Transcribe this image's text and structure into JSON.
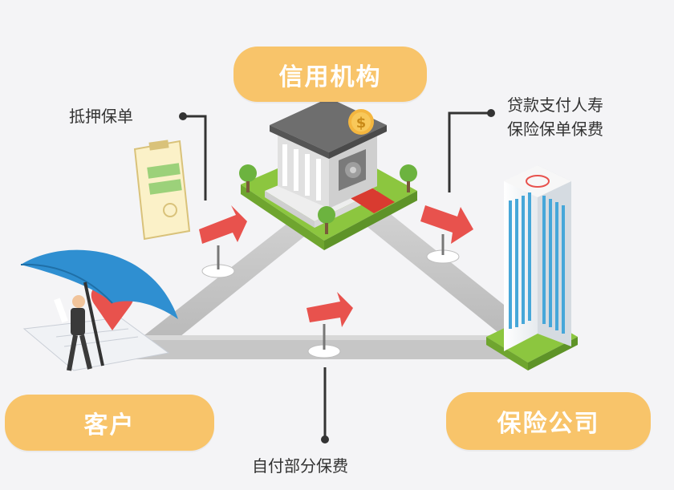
{
  "nodes": {
    "credit_institution": "信用机构",
    "customer": "客户",
    "insurance_company": "保险公司"
  },
  "annotations": {
    "pledge_policy": "抵押保单",
    "loan_pay_line1": "贷款支付人寿",
    "loan_pay_line2": "保险保单保费",
    "self_pay": "自付部分保费"
  },
  "colors": {
    "pill": "#f8c46a",
    "road": "#c9c9c9",
    "arrow": "#e8524d",
    "grass": "#8cc63f",
    "leader": "#333333",
    "umbrella": "#2f8fd1",
    "building_glass": "#46a7d9"
  }
}
